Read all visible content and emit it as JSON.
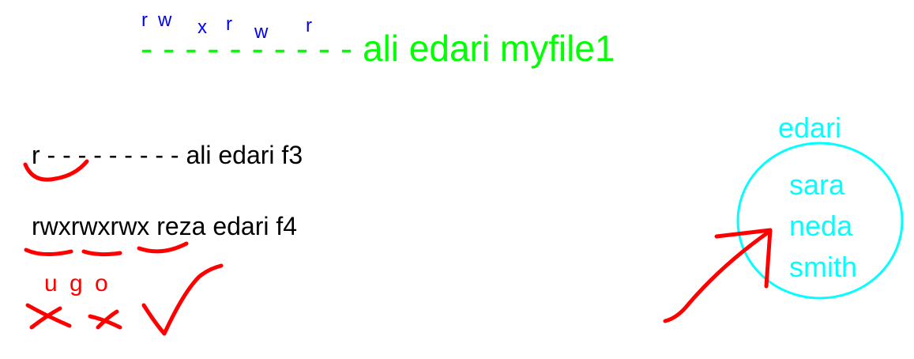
{
  "colors": {
    "permission_letters": "#0000ff",
    "header_line": "#00ff00",
    "body_text": "#000000",
    "annotation": "#ff0000",
    "group": "#00ffff"
  },
  "header": {
    "perm_letters": [
      "r",
      "w",
      "x",
      "r",
      "w",
      "r"
    ],
    "dashes": "- - - - - - - - - -",
    "owner_group_file": "ali edari myfile1"
  },
  "rows": [
    {
      "perm": "r - - - - - - - - -",
      "rest": " ali edari f3"
    },
    {
      "perm": "rwxrwxrwx",
      "rest": " reza edari f4"
    }
  ],
  "ugo": {
    "u": "u",
    "g": "g",
    "o": "o"
  },
  "group": {
    "name": "edari",
    "members": [
      "sara",
      "neda",
      "smith"
    ]
  }
}
